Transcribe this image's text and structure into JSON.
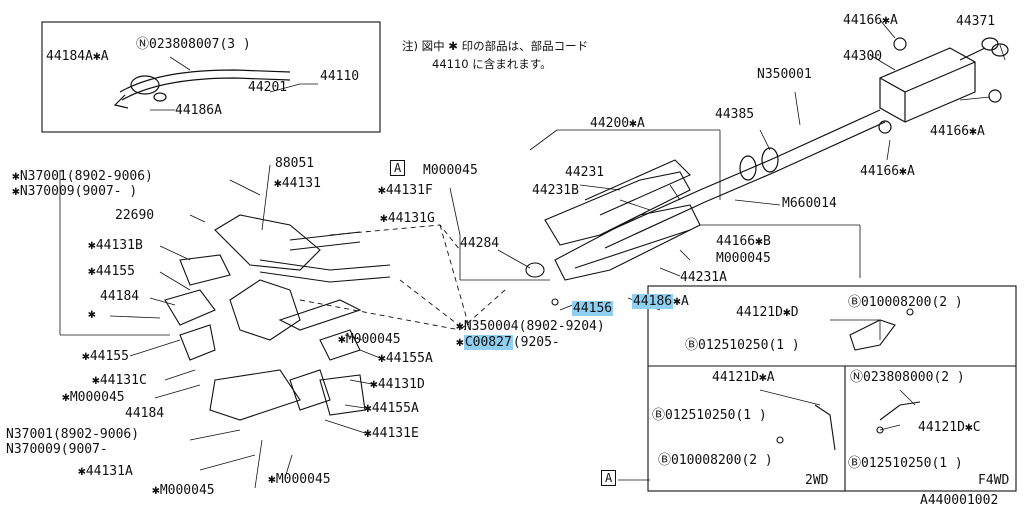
{
  "note": {
    "line1": "注) 図中 ✱ 印の部品は、部品コード",
    "line2": "44110 に含まれます。"
  },
  "labels": {
    "p44184A": "44184A✱A",
    "p023808007": "Ⓝ023808007(3 )",
    "p44201": "44201",
    "p44110": "44110",
    "p44186A": "44186A",
    "n37001a": "✱N37001(8902-9006)",
    "n370009a": "✱N370009(9007-   )",
    "p88051": "88051",
    "p44131": "✱44131",
    "p44131F": "✱44131F",
    "boxA1": "A",
    "m000045a": "M000045",
    "p22690": "22690",
    "p44131G": "✱44131G",
    "p44131B": "✱44131B",
    "p44155a": "✱44155",
    "p44184a": "44184",
    "star": "✱",
    "p44155b": "✱44155",
    "p44131C": "✱44131C",
    "m000045b": "✱M000045",
    "p44184b": "44184",
    "n37001b": "N37001(8902-9006)",
    "n370009b": "N370009(9007-",
    "p44131A": "✱44131A",
    "m000045c": "✱M000045",
    "m000045d": "✱M000045",
    "m000045e": "✱M000045",
    "p44155A": "✱44155A",
    "p44131D": "✱44131D",
    "p44155A2": "✱44155A",
    "p44131E": "✱44131E",
    "n350004": "✱N350004(8902-9204)",
    "c00827": "C00827",
    "c00827b": "(9205-",
    "p44156": "44156",
    "p44186": "44186",
    "p44186suffix": "✱A",
    "p44284": "44284",
    "p44231": "44231",
    "p44231B": "44231B",
    "p44200A": "44200✱A",
    "p44166B": "44166✱B",
    "m000045f": "M000045",
    "p44231A": "44231A",
    "m660014": "M660014",
    "p44385": "44385",
    "n350001": "N350001",
    "p44300": "44300",
    "p44166Aa": "44166✱A",
    "p44371": "44371",
    "p44166Ab": "44166✱A",
    "p44166Ac": "44166✱A",
    "p44121Da": "44121D✱D",
    "b010008200a": "Ⓑ010008200(2 )",
    "b012510250a": "Ⓑ012510250(1 )",
    "p44121Db": "44121D✱A",
    "n023808000": "Ⓝ023808000(2 )",
    "b012510250b": "Ⓑ012510250(1 )",
    "p44121Dc": "44121D✱C",
    "b010008200b": "Ⓑ010008200(2 )",
    "b012510250c": "Ⓑ012510250(1 )",
    "boxA2": "A",
    "wd2": "2WD",
    "f4wd": "F4WD",
    "code": "A440001002"
  },
  "colors": {
    "line": "#111111",
    "highlight": "#8fcff2"
  }
}
